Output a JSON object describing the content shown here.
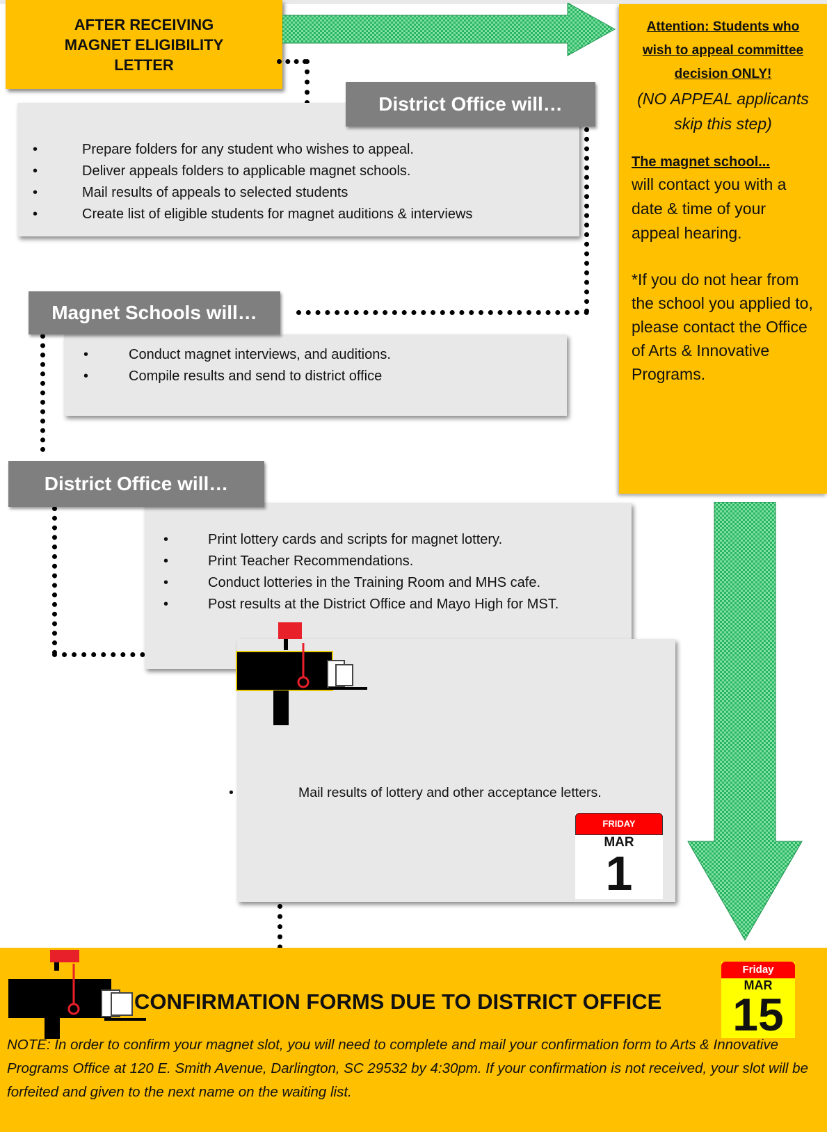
{
  "start": {
    "label": "AFTER RECEIVING MAGNET ELIGIBILITY LETTER"
  },
  "sidebar": {
    "attention": "Attention: Students who wish to appeal committee decision ONLY!",
    "note": "(NO APPEAL applicants skip this step)",
    "subhead": "The magnet school...",
    "contact_text": "will contact you with a date & time of your appeal hearing.",
    "fallback_text": "*If you do not hear from the school you applied to, please contact the Office of Arts & Innovative Programs."
  },
  "step1": {
    "header": "District Office will…",
    "items": [
      "Prepare folders for any student who wishes to appeal.",
      "Deliver appeals folders to applicable magnet schools.",
      "Mail results of appeals to selected students",
      "Create list of eligible students for magnet auditions & interviews"
    ]
  },
  "step2": {
    "header": "Magnet Schools will…",
    "items": [
      "Conduct magnet interviews, and auditions.",
      "Compile results and send to district office"
    ]
  },
  "step3": {
    "header": "District Office will…",
    "items": [
      "Print lottery cards and scripts for magnet lottery.",
      "Print Teacher Recommendations.",
      "Conduct lotteries in the Training Room and MHS cafe.",
      "Post results at the District Office and Mayo High for MST."
    ]
  },
  "step4": {
    "items": [
      "Mail results of lottery and other acceptance letters."
    ],
    "calendar": {
      "day": "FRIDAY",
      "month": "MAR",
      "date": "1"
    }
  },
  "footer": {
    "title": "CONFIRMATION FORMS DUE TO DISTRICT OFFICE",
    "calendar": {
      "day": "Friday",
      "month": "MAR",
      "date": "15"
    },
    "note": "NOTE: In order to confirm your magnet slot, you will need to complete and mail your confirmation form to Arts & Innovative Programs Office at 120 E. Smith Avenue, Darlington, SC 29532 by 4:30pm. If your confirmation is not received, your slot will be forfeited and given to the next name on the waiting list."
  },
  "colors": {
    "accent": "#ffc000",
    "arrow": "#2db86a",
    "header": "#7f7f7f",
    "calendar_top": "#ff0000"
  },
  "icons": [
    "mailbox-icon",
    "calendar-icon",
    "right-arrow-icon",
    "down-arrow-icon"
  ]
}
